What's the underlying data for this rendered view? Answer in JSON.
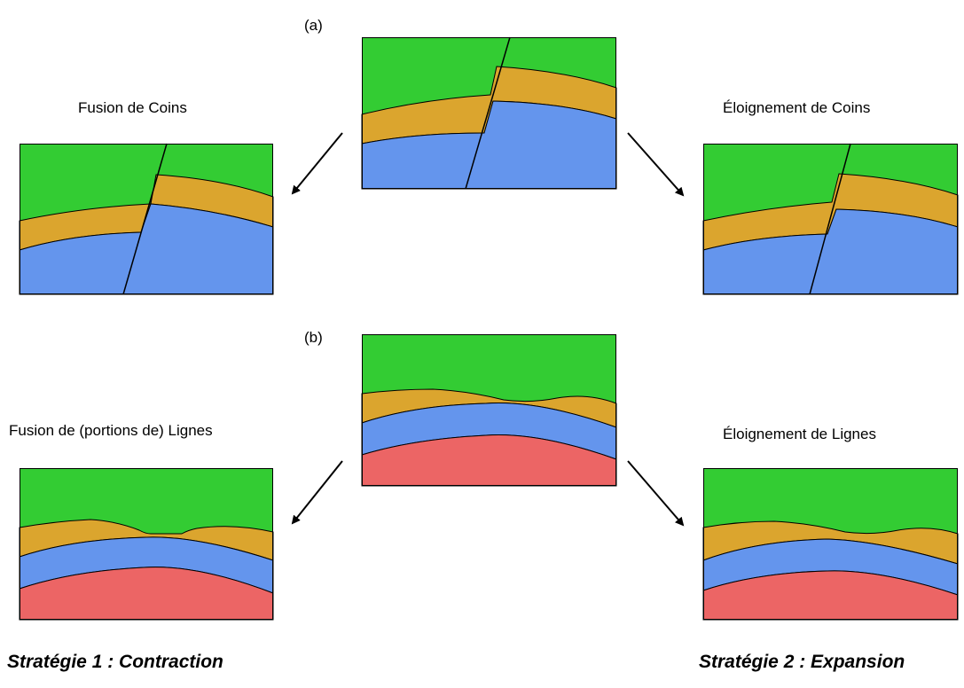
{
  "row_a": {
    "label": "(a)",
    "left_title": "Fusion de Coins",
    "right_title": "Éloignement de Coins"
  },
  "row_b": {
    "label": "(b)",
    "left_title": "Fusion de (portions de) Lignes",
    "right_title": "Éloignement de Lignes"
  },
  "strategies": {
    "left": "Stratégie 1 : Contraction",
    "right": "Stratégie 2 : Expansion"
  },
  "colors": {
    "green": "#33cc33",
    "orange": "#dba52e",
    "blue": "#6495ed",
    "red": "#ec6565",
    "outline": "#000000"
  }
}
